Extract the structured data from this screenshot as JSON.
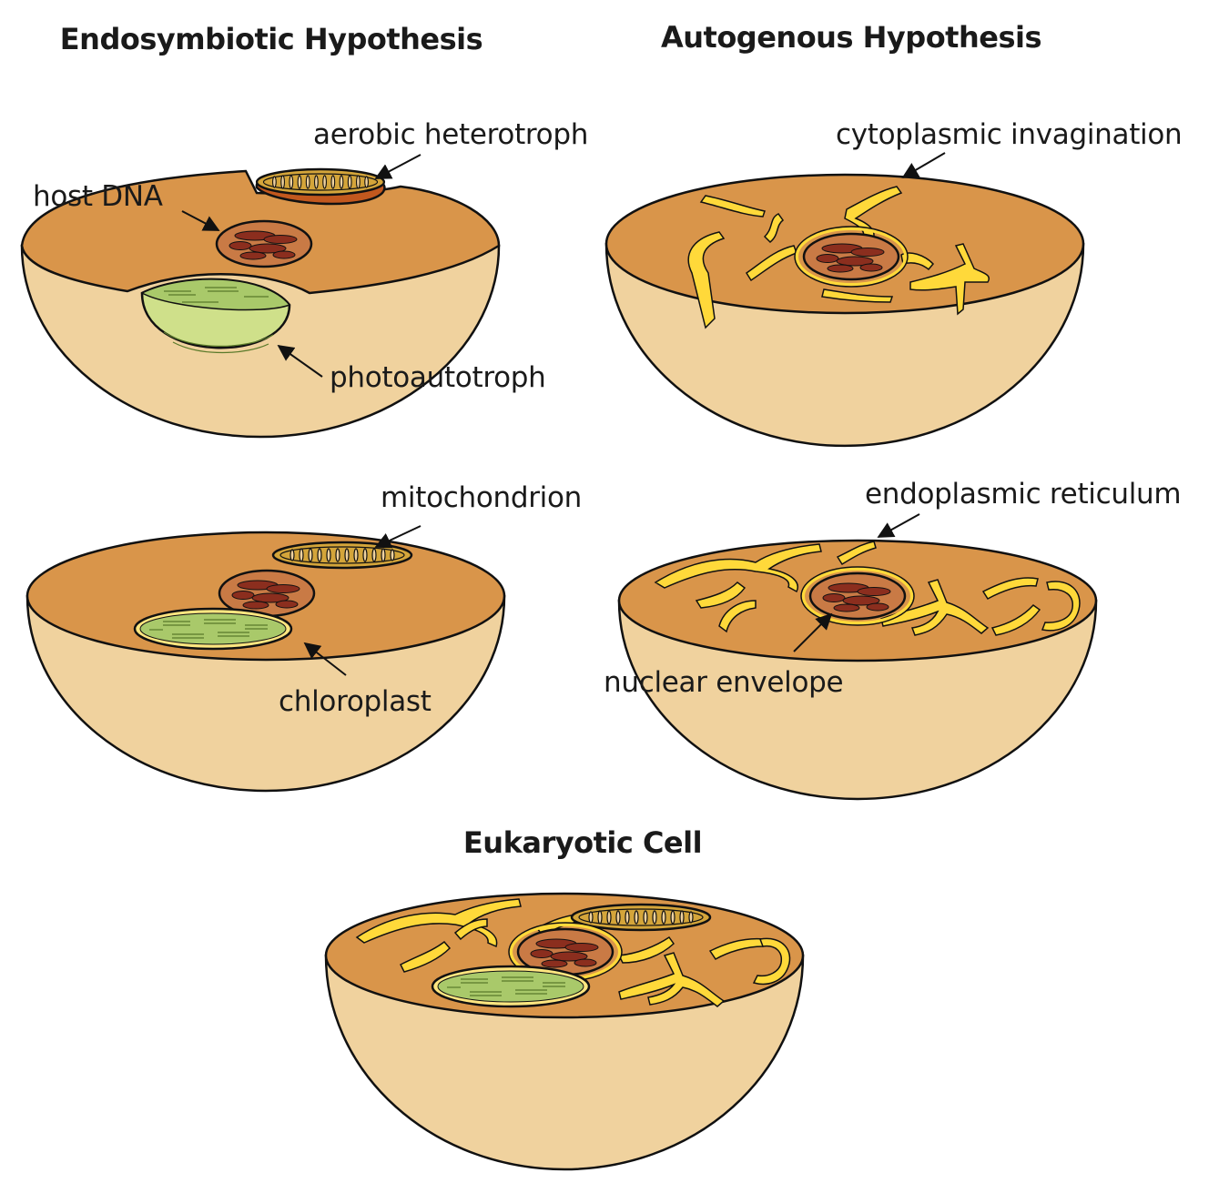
{
  "headings": {
    "endosymbiotic": "Endosymbiotic Hypothesis",
    "autogenous": "Autogenous Hypothesis",
    "eukaryotic": "Eukaryotic Cell"
  },
  "labels": {
    "aerobic_heterotroph": "aerobic heterotroph",
    "host_dna": "host DNA",
    "photoautotroph": "photoautotroph",
    "cytoplasmic_invagination": "cytoplasmic invagination",
    "mitochondrion": "mitochondrion",
    "chloroplast": "chloroplast",
    "endoplasmic_reticulum": "endoplasmic reticulum",
    "nuclear_envelope": "nuclear envelope"
  },
  "colors": {
    "cell_top": "#D9954A",
    "cell_body": "#F0D29E",
    "dna": "#8B2E1E",
    "nucleus": "#C97A45",
    "mitochondrion": "#D4A53A",
    "chloroplast": "#A9C96A",
    "chloroplast_light": "#CFE08A",
    "er": "#FFD93A",
    "outline": "#111111"
  }
}
